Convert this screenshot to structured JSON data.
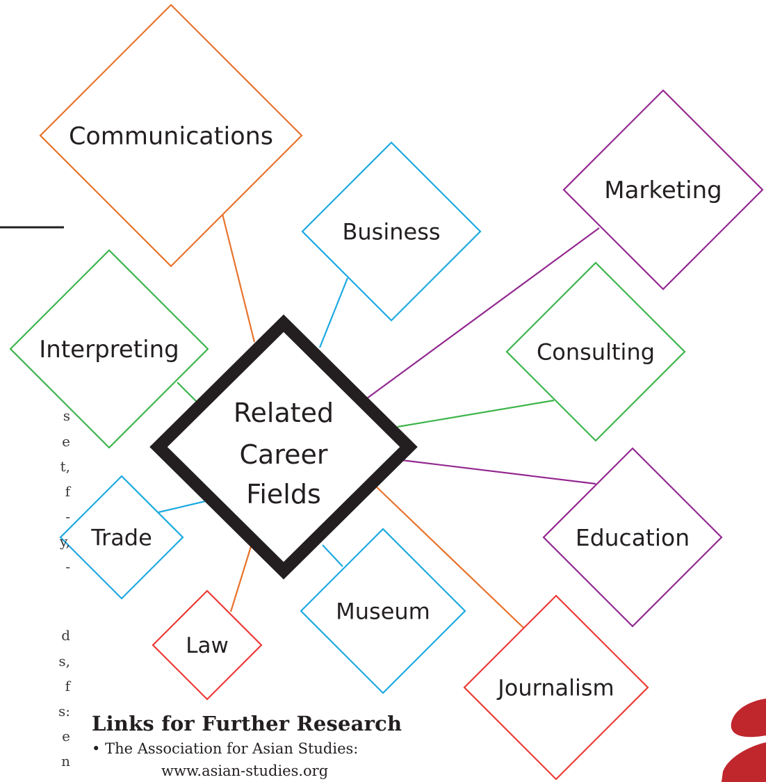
{
  "center": {
    "lines": [
      "Related",
      "Career",
      "Fields"
    ],
    "stroke": "#231f20"
  },
  "nodes": [
    {
      "id": "communications",
      "label": "Communications",
      "color": "#e8722a"
    },
    {
      "id": "business",
      "label": "Business",
      "color": "#1ba9e1"
    },
    {
      "id": "marketing",
      "label": "Marketing",
      "color": "#92278f"
    },
    {
      "id": "interpreting",
      "label": "Interpreting",
      "color": "#3bb54a"
    },
    {
      "id": "consulting",
      "label": "Consulting",
      "color": "#3bb54a"
    },
    {
      "id": "trade",
      "label": "Trade",
      "color": "#1ba9e1"
    },
    {
      "id": "education",
      "label": "Education",
      "color": "#92278f"
    },
    {
      "id": "museum",
      "label": "Museum",
      "color": "#1ba9e1"
    },
    {
      "id": "law",
      "label": "Law",
      "color": "#ec3a36"
    },
    {
      "id": "journalism",
      "label": "Journalism",
      "color": "#ec3a36"
    }
  ],
  "edge_colors": {
    "communications": "#e8722a",
    "business": "#1ba9e1",
    "marketing": "#92278f",
    "interpreting": "#3bb54a",
    "consulting": "#3bb54a",
    "trade": "#1ba9e1",
    "education": "#92278f",
    "museum": "#1ba9e1",
    "law": "#e8722a",
    "journalism": "#e8722a"
  },
  "left_text_fragments": [
    "s",
    "e",
    "t,",
    "f",
    "-",
    "y,",
    "-",
    "d",
    "s,",
    "f",
    "s:",
    "e",
    "n"
  ],
  "links_section": {
    "heading": "Links for Further Research",
    "item_1": "• The Association for Asian Studies:",
    "item_1_url": "www.asian-studies.org"
  },
  "accent_color": "#c0272d"
}
